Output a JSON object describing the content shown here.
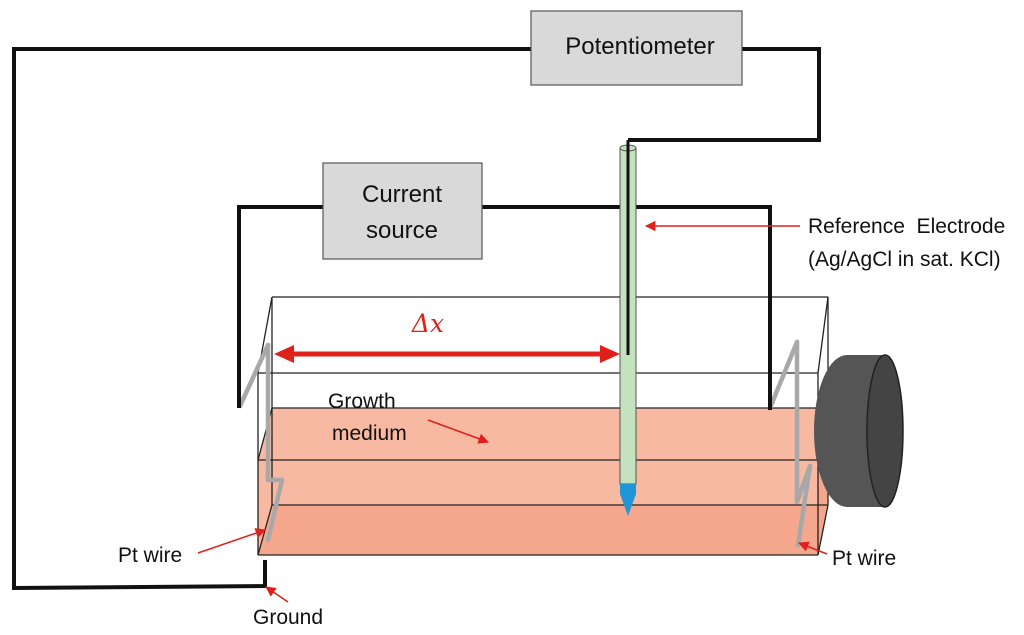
{
  "colors": {
    "wire": "#111111",
    "box_fill": "#d9d9d9",
    "medium_fill": "#f7b9a2",
    "electrode_fill": "#c4e2bd",
    "electrode_tip": "#1f97d6",
    "arrow": "#e0201b",
    "electrode_cap": "#555555"
  },
  "instruments": {
    "potentiometer": "Potentiometer",
    "current_source_line1": "Current",
    "current_source_line2": "source"
  },
  "labels": {
    "delta_x": "Δx",
    "reference_line1": "Reference  Electrode",
    "reference_line2": "(Ag/AgCl in sat. KCl)",
    "growth_line1": "Growth",
    "growth_line2": "medium",
    "pt_wire_left": "Pt wire",
    "pt_wire_right": "Pt wire",
    "ground": "Ground"
  }
}
